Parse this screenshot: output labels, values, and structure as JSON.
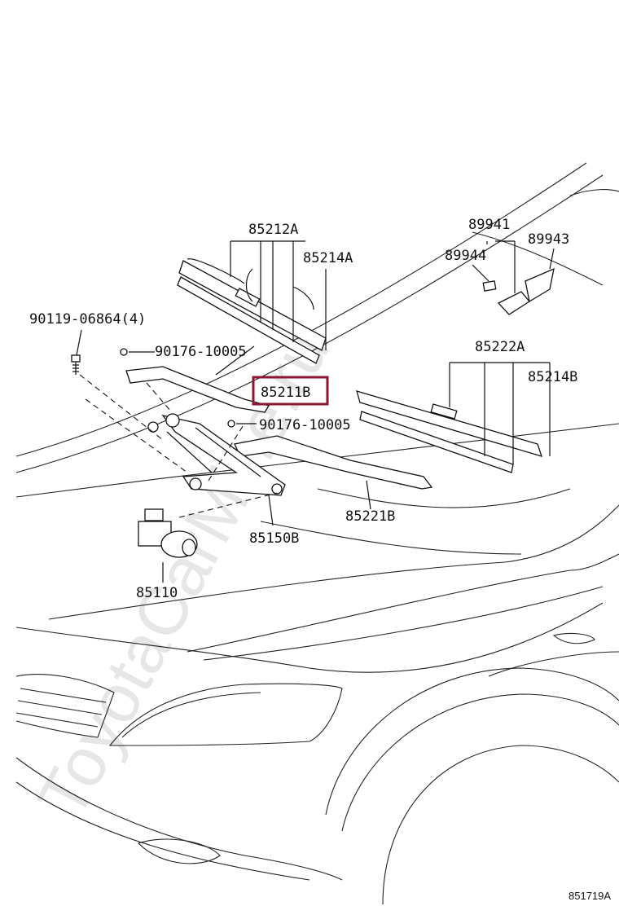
{
  "watermark": "ToyotaCarMine.ru",
  "figure_code": "851719A",
  "highlighted_part": "85211B",
  "labels": {
    "p85212A": "85212A",
    "p85214A": "85214A",
    "p89941": "89941",
    "p89943": "89943",
    "p89944": "89944",
    "p90119": "90119-06864(4)",
    "p90176_top": "90176-10005",
    "p85211B": "85211B",
    "p90176_mid": "90176-10005",
    "p85222A": "85222A",
    "p85214B": "85214B",
    "p85221B": "85221B",
    "p85150B": "85150B",
    "p85110": "85110"
  }
}
